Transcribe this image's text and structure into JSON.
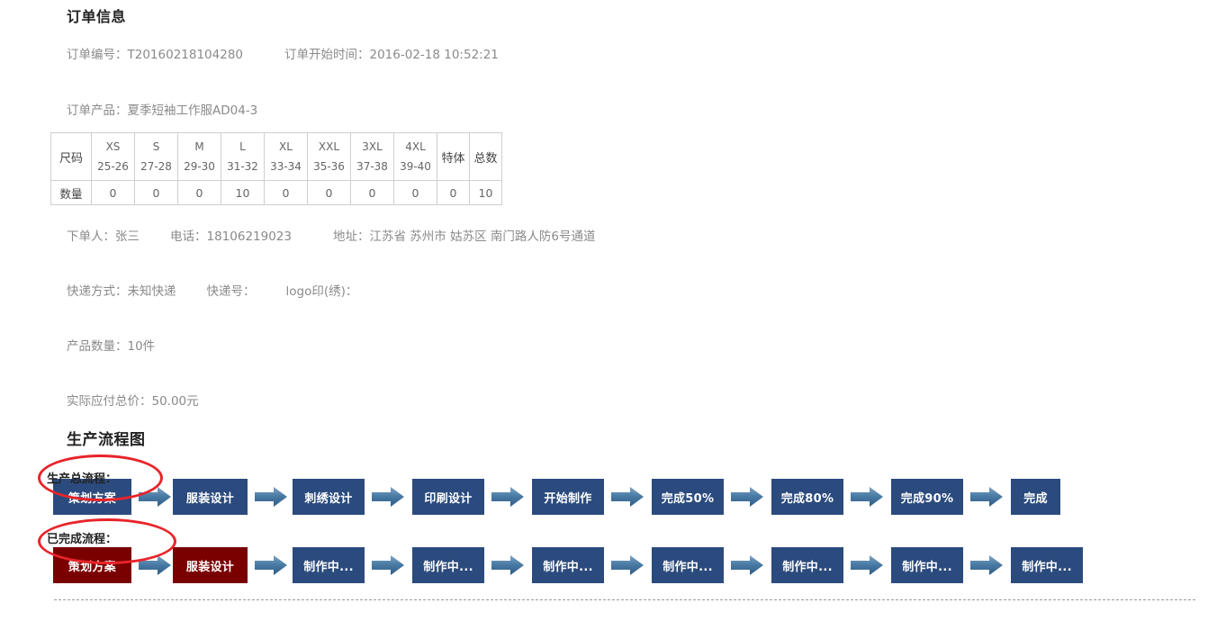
{
  "order": {
    "section_title": "订单信息",
    "order_no_label": "订单编号：",
    "order_no_value": "T20160218104280",
    "start_time_label": "订单开始时间：",
    "start_time_value": "2016-02-18 10:52:21",
    "product_label": "订单产品：",
    "product_value": "夏季短袖工作服AD04-3",
    "customer_label": "下单人：",
    "customer_value": "张三",
    "phone_label": "电话：",
    "phone_value": "18106219023",
    "address_label": "地址：",
    "address_value": "江苏省 苏州市 姑苏区 南门路人防6号通道",
    "express_label": "快递方式：",
    "express_value": "未知快递",
    "express_no_label": "快递号：",
    "express_no_value": "",
    "logo_label": "logo印(绣)：",
    "logo_value": "",
    "qty_label": "产品数量：",
    "qty_value": "10件",
    "total_label": "实际应付总价：",
    "total_value": "50.00元"
  },
  "size_table": {
    "row_label_size": "尺码",
    "row_label_qty": "数量",
    "columns": [
      {
        "name": "XS",
        "range": "25-26"
      },
      {
        "name": "S",
        "range": "27-28"
      },
      {
        "name": "M",
        "range": "29-30"
      },
      {
        "name": "L",
        "range": "31-32"
      },
      {
        "name": "XL",
        "range": "33-34"
      },
      {
        "name": "XXL",
        "range": "35-36"
      },
      {
        "name": "3XL",
        "range": "37-38"
      },
      {
        "name": "4XL",
        "range": "39-40"
      }
    ],
    "special_label": "特体",
    "total_label": "总数",
    "quantities": [
      "0",
      "0",
      "0",
      "10",
      "0",
      "0",
      "0",
      "0"
    ],
    "special_qty": "0",
    "total_qty": "10"
  },
  "flow": {
    "section_title": "生产流程图",
    "total_flow_label": "生产总流程：",
    "done_flow_label": "已完成流程：",
    "colors": {
      "step_blue": "#2b4b7e",
      "step_red": "#7a0000",
      "arrow_blue": "#35638f",
      "annotation_red": "#e8242a"
    },
    "total_flow_steps": [
      {
        "label": "策划方案",
        "state": "blue"
      },
      {
        "label": "服装设计",
        "state": "blue"
      },
      {
        "label": "刺绣设计",
        "state": "blue"
      },
      {
        "label": "印刷设计",
        "state": "blue"
      },
      {
        "label": "开始制作",
        "state": "blue"
      },
      {
        "label": "完成50%",
        "state": "blue"
      },
      {
        "label": "完成80%",
        "state": "blue"
      },
      {
        "label": "完成90%",
        "state": "blue"
      },
      {
        "label": "完成",
        "state": "blue"
      }
    ],
    "done_flow_steps": [
      {
        "label": "策划方案",
        "state": "red"
      },
      {
        "label": "服装设计",
        "state": "red"
      },
      {
        "label": "制作中...",
        "state": "blue"
      },
      {
        "label": "制作中...",
        "state": "blue"
      },
      {
        "label": "制作中...",
        "state": "blue"
      },
      {
        "label": "制作中...",
        "state": "blue"
      },
      {
        "label": "制作中...",
        "state": "blue"
      },
      {
        "label": "制作中...",
        "state": "blue"
      },
      {
        "label": "制作中...",
        "state": "blue"
      }
    ]
  }
}
